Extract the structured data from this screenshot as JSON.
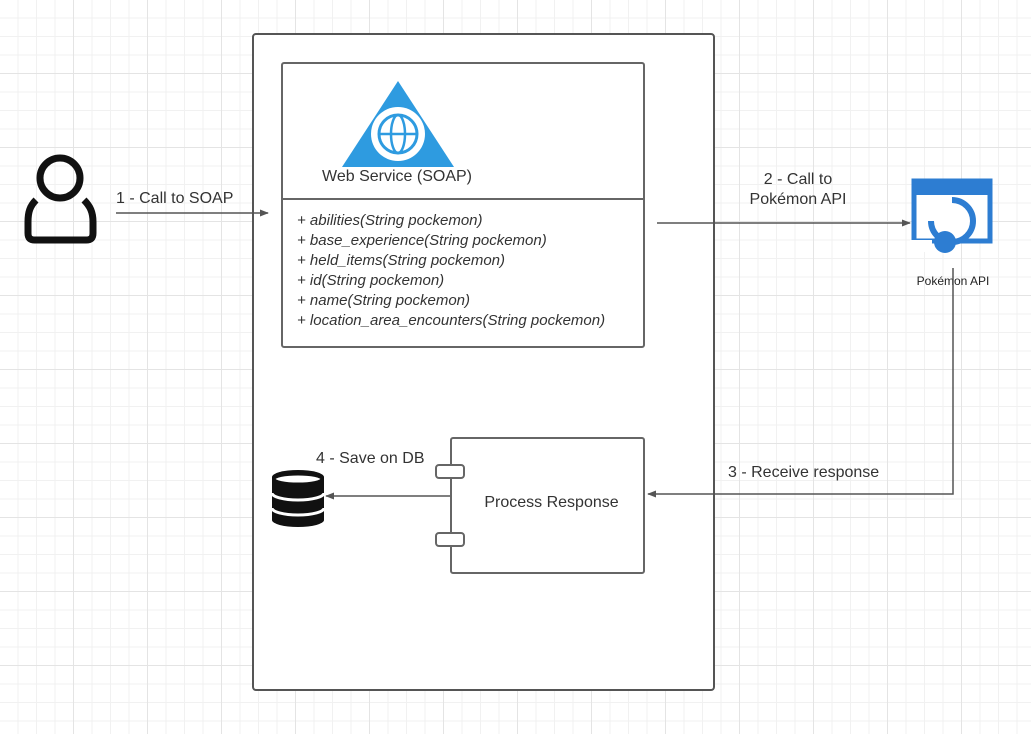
{
  "web_service": {
    "title": "Web Service (SOAP)",
    "methods": [
      "+ abilities(String pockemon)",
      "+ base_experience(String pockemon)",
      "+ held_items(String pockemon)",
      "+ id(String pockemon)",
      "+ name(String pockemon)",
      "+ location_area_encounters(String pockemon)"
    ]
  },
  "process": {
    "label": "Process Response"
  },
  "api": {
    "label": "Pokémon API"
  },
  "edges": {
    "call_soap": "1 - Call to SOAP",
    "call_api_line1": "2 - Call to",
    "call_api_line2": "Pokémon API",
    "receive": "3 - Receive response",
    "save_db": "4 - Save on DB"
  },
  "icons": {
    "user": "user-icon",
    "web_service": "web-service-icon",
    "api": "browser-api-icon",
    "database": "database-icon"
  },
  "colors": {
    "azure_blue": "#2e9be0",
    "api_blue": "#2d7dd2",
    "line": "#555555",
    "dark": "#111111"
  }
}
